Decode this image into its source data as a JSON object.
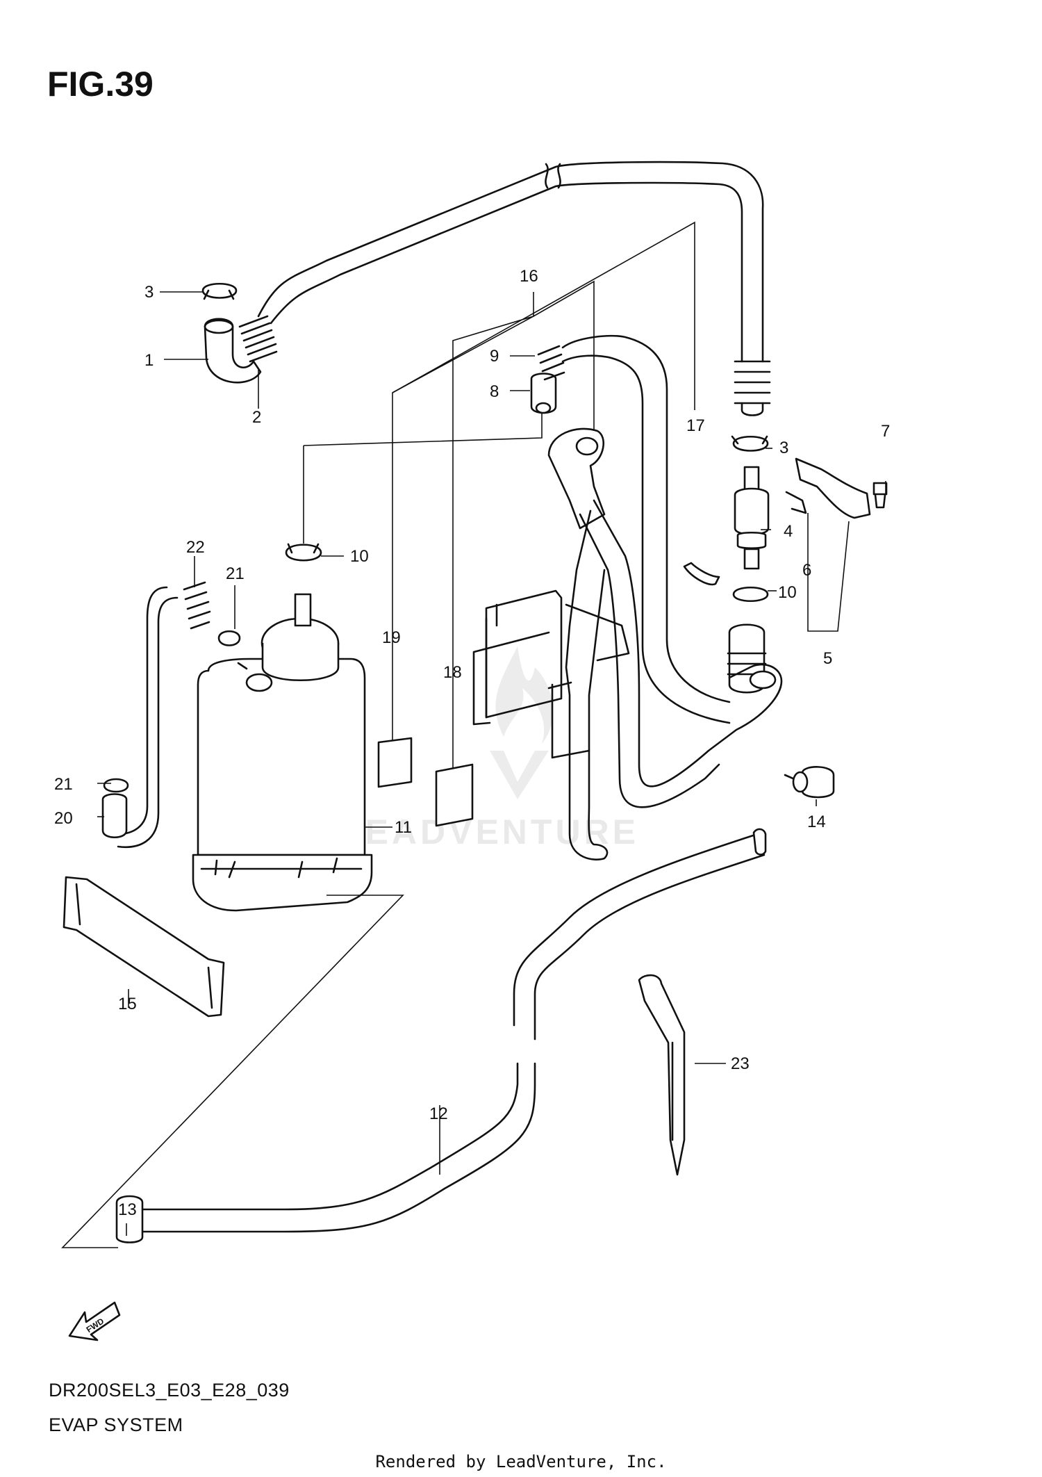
{
  "figure": {
    "title": "FIG.39",
    "model_code": "DR200SEL3_E03_E28_039",
    "section_name": "EVAP SYSTEM",
    "footer_credit": "Rendered by LeadVenture, Inc.",
    "watermark": "LEADVENTURE",
    "fwd_arrow_label": "FWD"
  },
  "callouts": {
    "c1": "1",
    "c2": "2",
    "c3a": "3",
    "c3b": "3",
    "c4": "4",
    "c5": "5",
    "c6": "6",
    "c7": "7",
    "c8": "8",
    "c9": "9",
    "c10a": "10",
    "c10b": "10",
    "c11": "11",
    "c12": "12",
    "c13": "13",
    "c14": "14",
    "c15": "15",
    "c16": "16",
    "c17": "17",
    "c18": "18",
    "c19": "19",
    "c20": "20",
    "c21a": "21",
    "c21b": "21",
    "c22": "22",
    "c23": "23"
  }
}
